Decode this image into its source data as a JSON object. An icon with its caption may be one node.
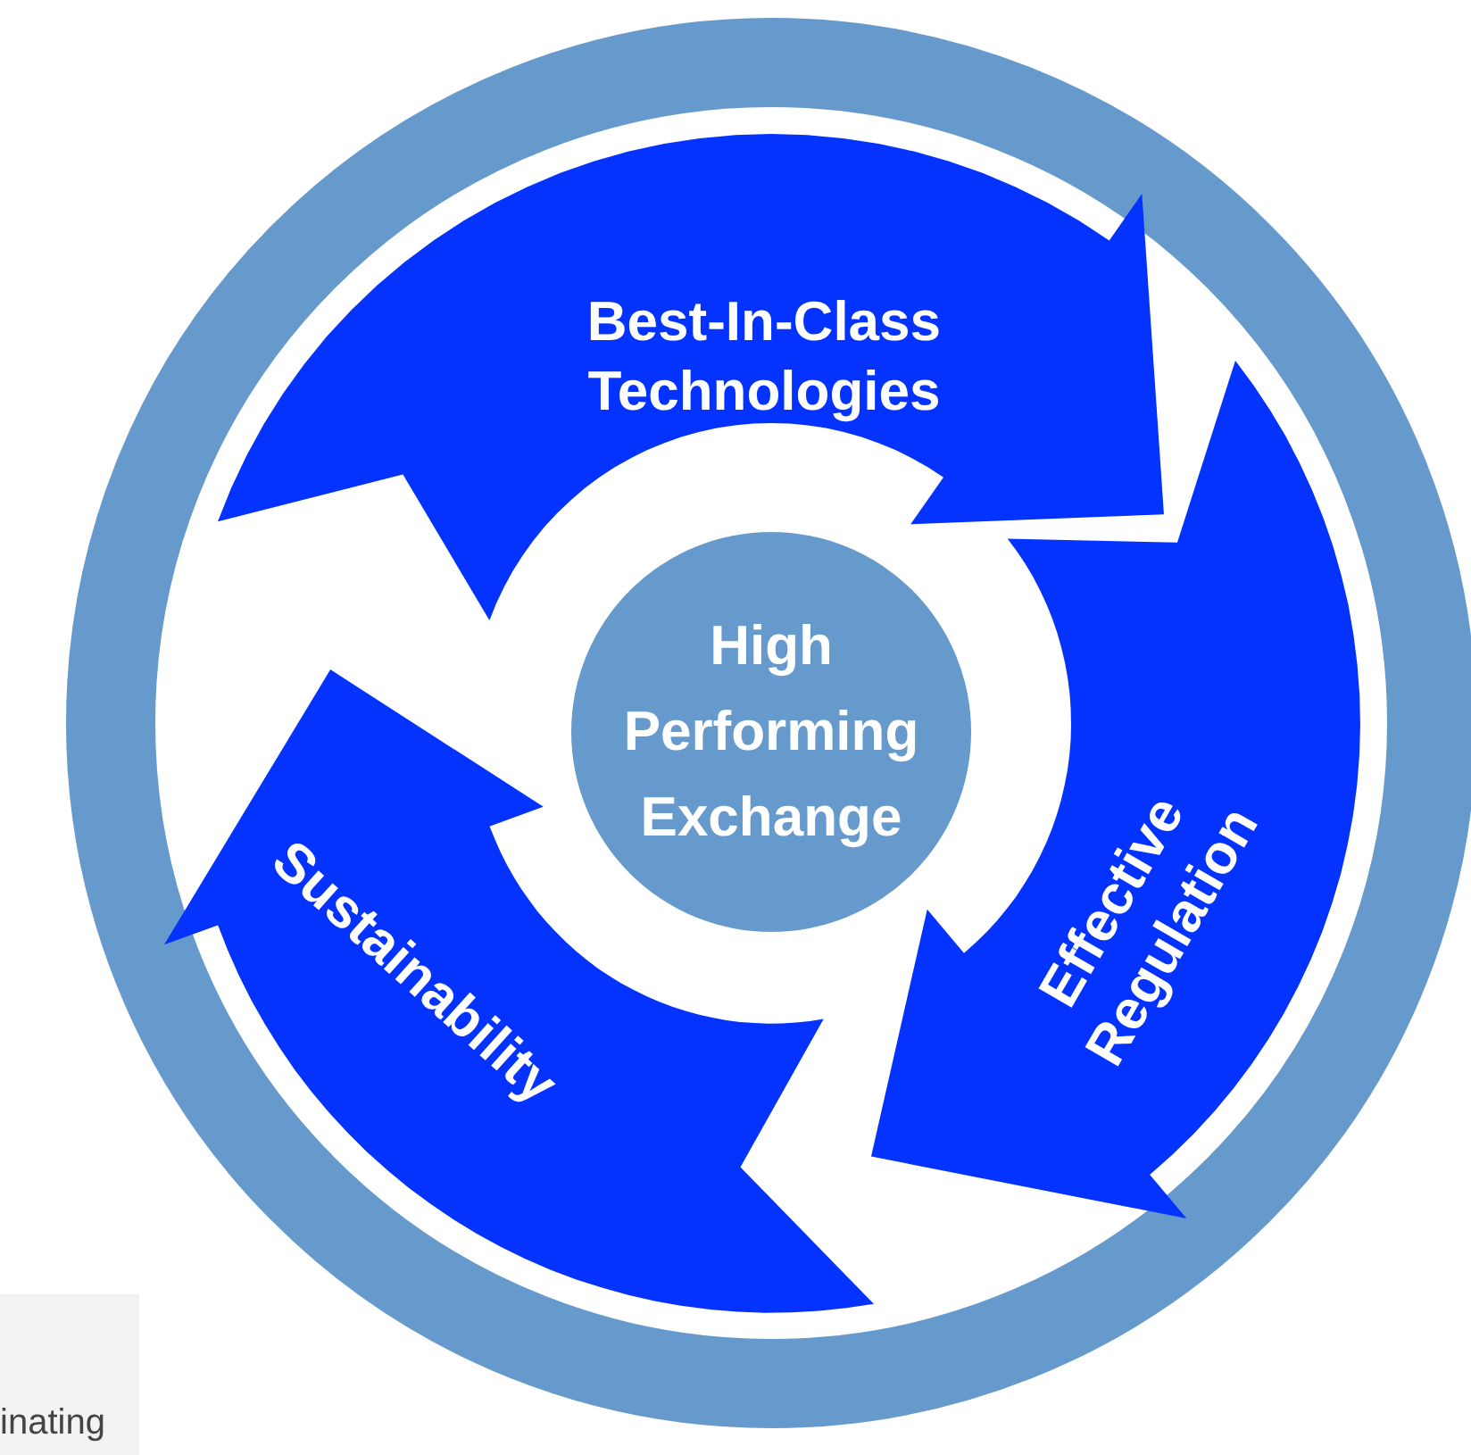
{
  "diagram": {
    "nodes": [
      {
        "text": [],
        "shape": "circle"
      },
      {
        "text": [
          "Best-In-Class Technologies"
        ],
        "in": 0
      },
      {
        "text": [
          "High Performing Exchange"
        ],
        "in": 0
      },
      {
        "text": [
          "Effective Regulation"
        ],
        "in": 0
      },
      {
        "text": [
          "Sustainability"
        ],
        "in": 0
      }
    ],
    "labels": [
      "inating"
    ]
  }
}
